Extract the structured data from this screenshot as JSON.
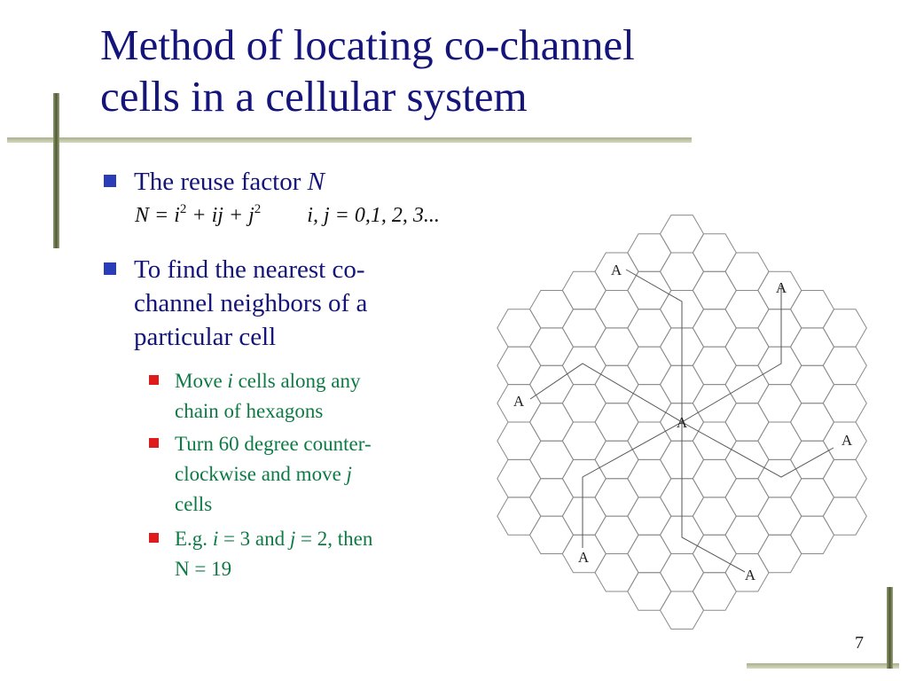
{
  "slide": {
    "title_lines": [
      "Method of locating co-channel",
      "cells in a cellular system"
    ],
    "bullet1": {
      "text": "The reuse factor ",
      "var": "N"
    },
    "formula": {
      "lhs": "N = i",
      "sup1": "2",
      "mid": " + ij + j",
      "sup2": "2",
      "rhs": "i, j = 0,1, 2, 3..."
    },
    "bullet2_lines": [
      "To find the nearest co-",
      "channel neighbors of a",
      "particular cell"
    ],
    "sub1": {
      "pre": "Move ",
      "var": "i",
      "post": " cells along any",
      "line2": "chain of hexagons"
    },
    "sub2": {
      "line1": "Turn 60 degree counter-",
      "line2_pre": "clockwise and move ",
      "line2_var": "j",
      "line3": "cells"
    },
    "sub3": {
      "pre": "E.g. ",
      "var1": "i",
      "mid": " = 3 and ",
      "var2": "j",
      "post": " = 2, then",
      "line2": "N = 19"
    },
    "page_number": "7",
    "diagram": {
      "cell_label": "A"
    },
    "colors": {
      "title": "#14147a",
      "sub_bullet_text": "#0d7a45",
      "bullet_square": "#2b3cb8",
      "sub_bullet_square": "#e01b1b"
    }
  }
}
